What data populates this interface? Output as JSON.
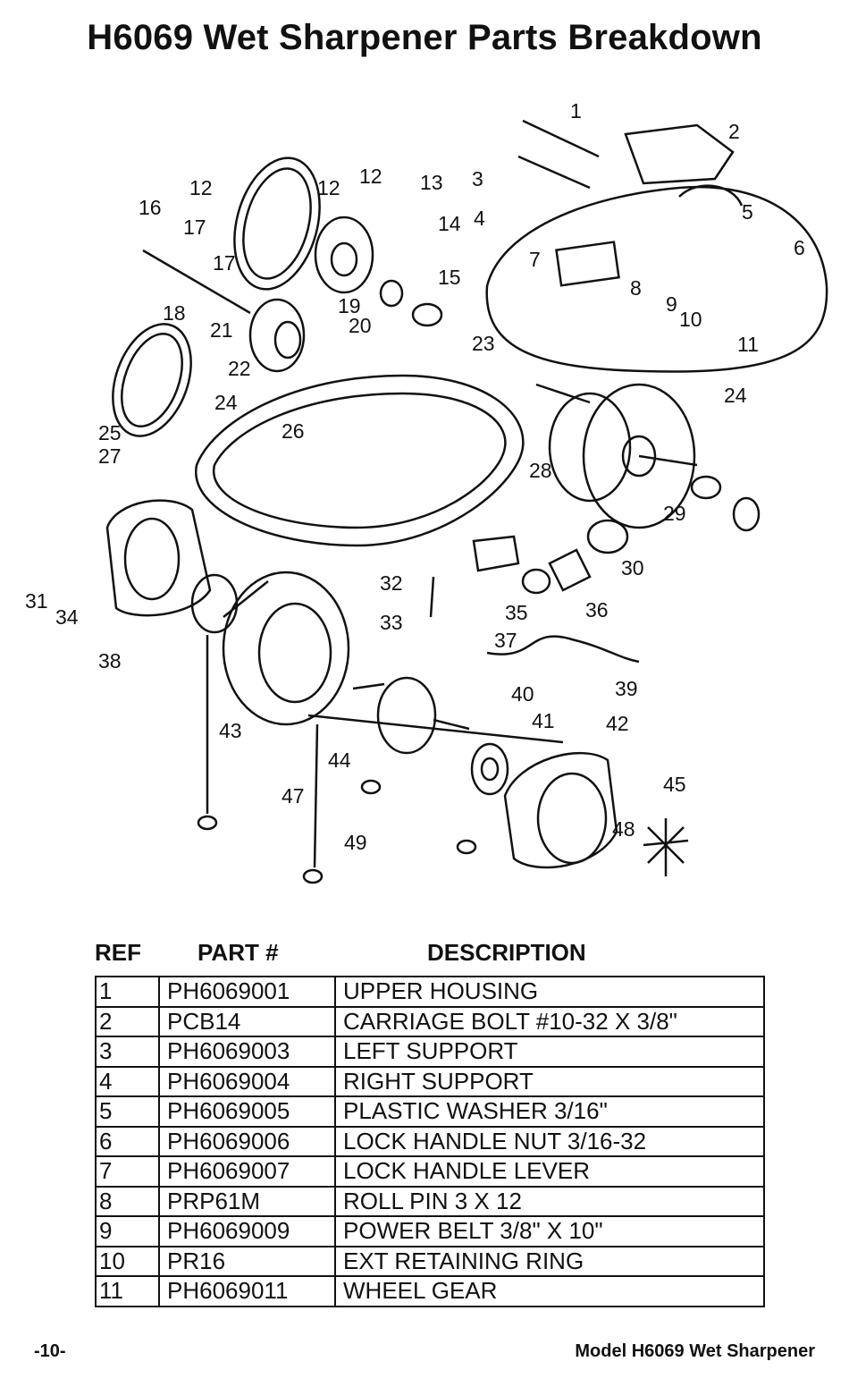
{
  "title": "H6069 Wet Sharpener Parts Breakdown",
  "table": {
    "headers": {
      "ref": "REF",
      "part": "PART #",
      "desc": "DESCRIPTION"
    },
    "rows": [
      {
        "ref": "1",
        "part": "PH6069001",
        "desc": "UPPER HOUSING"
      },
      {
        "ref": "2",
        "part": "PCB14",
        "desc": "CARRIAGE BOLT #10-32 X 3/8\""
      },
      {
        "ref": "3",
        "part": "PH6069003",
        "desc": "LEFT SUPPORT"
      },
      {
        "ref": "4",
        "part": "PH6069004",
        "desc": "RIGHT SUPPORT"
      },
      {
        "ref": "5",
        "part": "PH6069005",
        "desc": "PLASTIC WASHER 3/16\""
      },
      {
        "ref": "6",
        "part": "PH6069006",
        "desc": "LOCK HANDLE NUT 3/16-32"
      },
      {
        "ref": "7",
        "part": "PH6069007",
        "desc": "LOCK HANDLE LEVER"
      },
      {
        "ref": "8",
        "part": "PRP61M",
        "desc": "ROLL PIN 3 X 12"
      },
      {
        "ref": "9",
        "part": "PH6069009",
        "desc": "POWER BELT 3/8\" X 10\""
      },
      {
        "ref": "10",
        "part": "PR16",
        "desc": "EXT RETAINING RING"
      },
      {
        "ref": "11",
        "part": "PH6069011",
        "desc": "WHEEL GEAR"
      }
    ]
  },
  "diagram": {
    "callouts": [
      "1",
      "2",
      "3",
      "4",
      "5",
      "6",
      "7",
      "8",
      "9",
      "10",
      "11",
      "12",
      "12",
      "12",
      "13",
      "14",
      "15",
      "16",
      "17",
      "17",
      "18",
      "19",
      "20",
      "21",
      "22",
      "23",
      "24",
      "24",
      "25",
      "26",
      "27",
      "28",
      "29",
      "30",
      "31",
      "32",
      "33",
      "34",
      "35",
      "36",
      "37",
      "38",
      "39",
      "40",
      "41",
      "42",
      "43",
      "44",
      "45",
      "47",
      "48",
      "49"
    ]
  },
  "footer": {
    "page": "-10-",
    "model": "Model H6069 Wet Sharpener"
  }
}
